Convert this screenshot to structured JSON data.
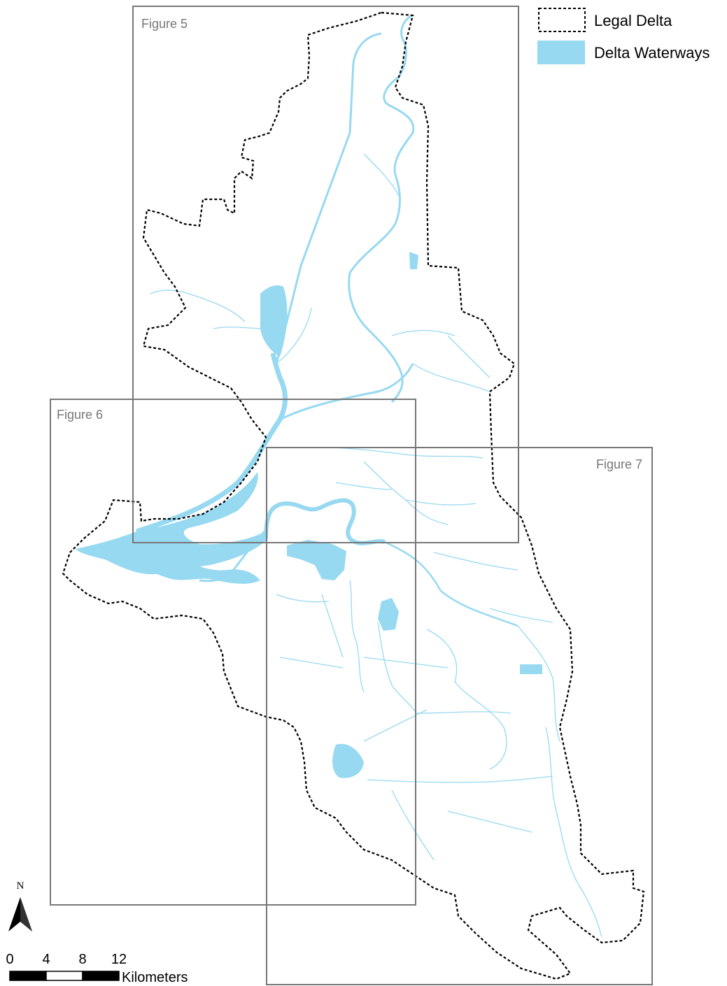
{
  "legend": {
    "items": [
      {
        "label": "Legal Delta",
        "style": "dashed-outline"
      },
      {
        "label": "Delta Waterways",
        "color": "#97d9f1"
      }
    ]
  },
  "frames": [
    {
      "label": "Figure 5"
    },
    {
      "label": "Figure 6"
    },
    {
      "label": "Figure 7"
    }
  ],
  "north_arrow": {
    "label": "N"
  },
  "scale_bar": {
    "ticks": [
      "0",
      "4",
      "8",
      "12"
    ],
    "unit": "Kilometers"
  },
  "colors": {
    "water": "#97d9f1",
    "frame": "#777777",
    "boundary": "#000000"
  }
}
